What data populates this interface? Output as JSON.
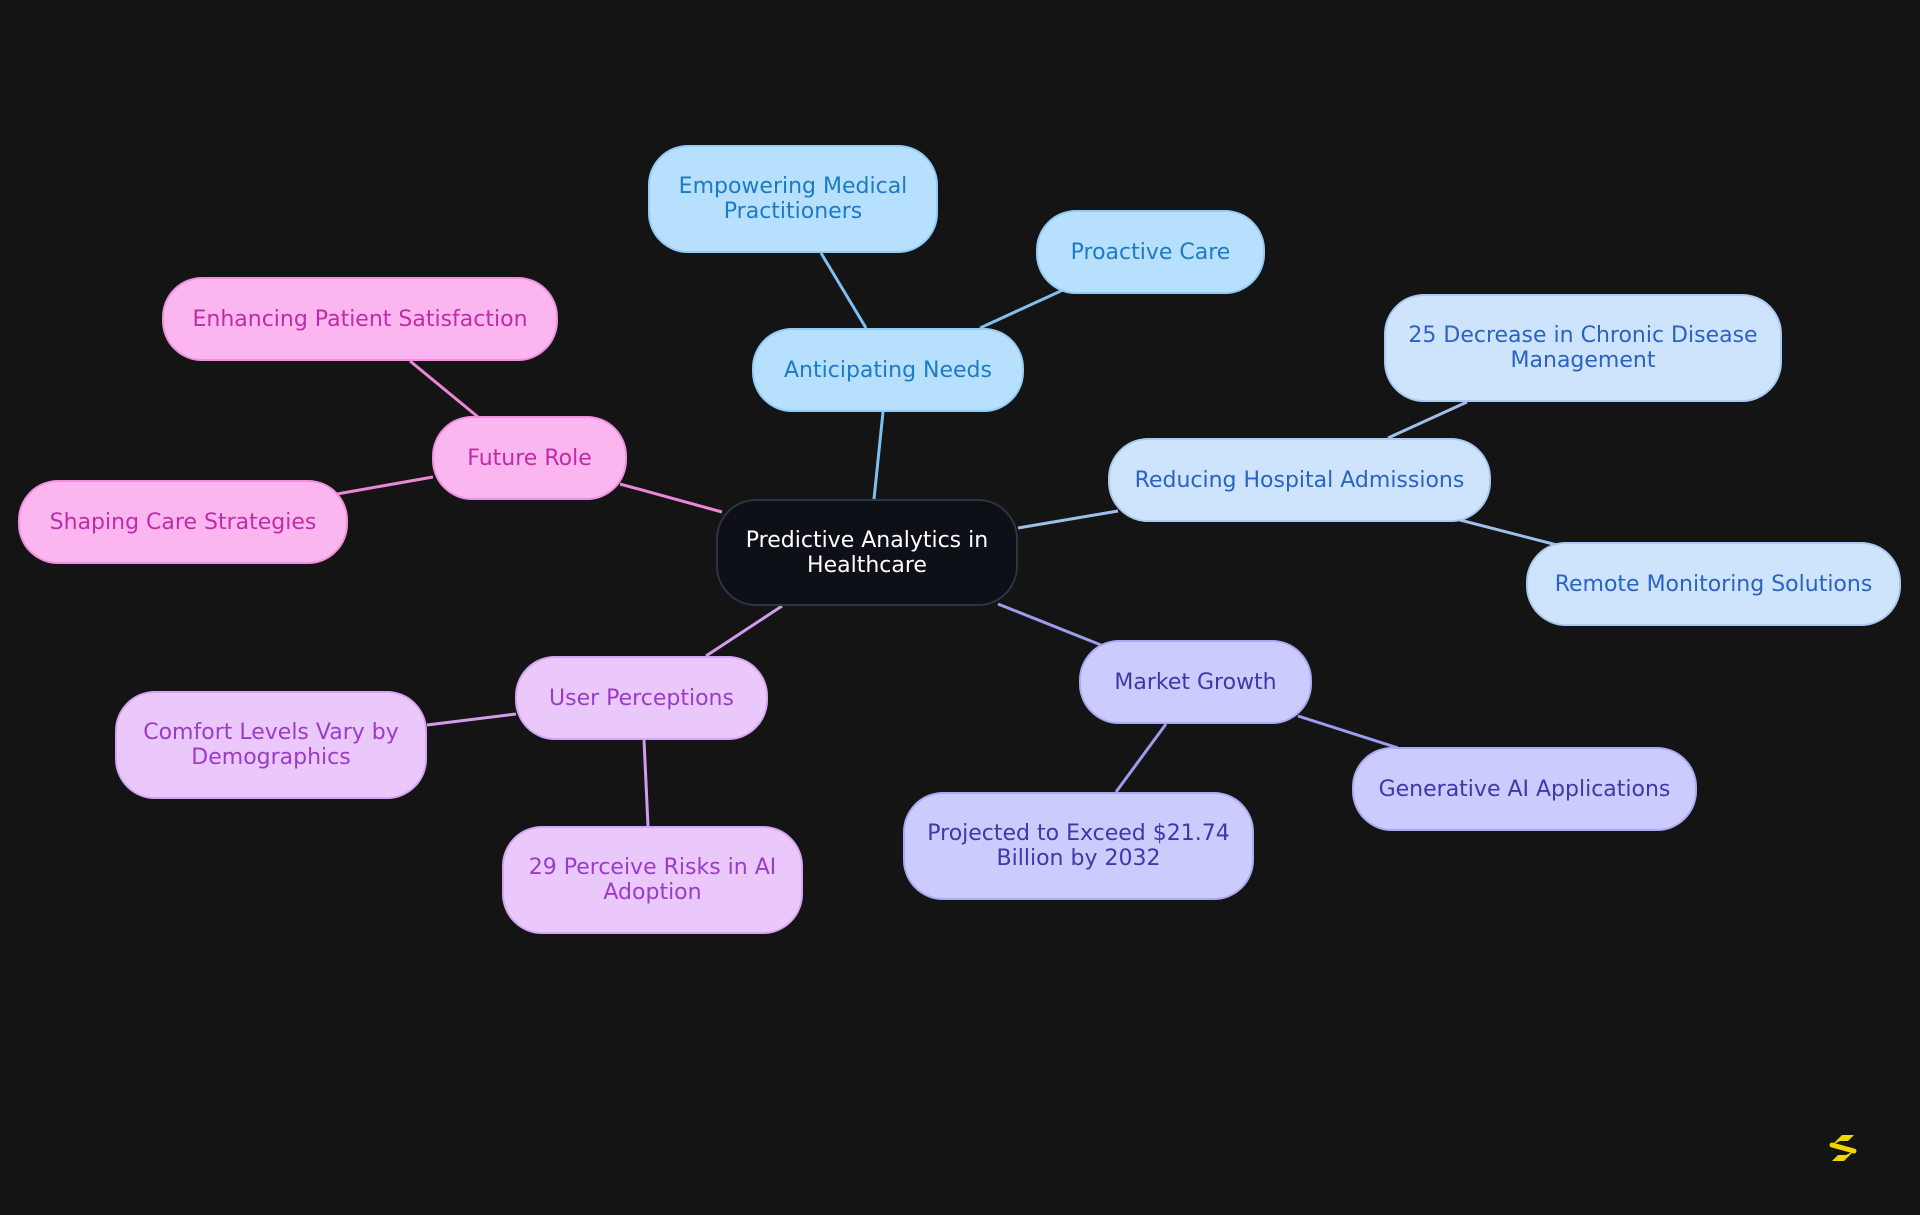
{
  "center": {
    "label": "Predictive Analytics in Healthcare"
  },
  "branches": {
    "anticipating": {
      "label": "Anticipating Needs",
      "children": [
        "Empowering Medical Practitioners",
        "Proactive Care"
      ]
    },
    "reducing": {
      "label": "Reducing Hospital Admissions",
      "children": [
        "25 Decrease in Chronic Disease Management",
        "Remote Monitoring Solutions"
      ]
    },
    "market": {
      "label": "Market Growth",
      "children": [
        "Generative AI Applications",
        "Projected to Exceed $21.74 Billion by 2032"
      ]
    },
    "user": {
      "label": "User Perceptions",
      "children": [
        "Comfort Levels Vary by Demographics",
        "29 Perceive Risks in AI Adoption"
      ]
    },
    "future": {
      "label": "Future Role",
      "children": [
        "Enhancing Patient Satisfaction",
        "Shaping Care Strategies"
      ]
    }
  },
  "colors": {
    "background": "#141414",
    "center_fill": "#0d1117",
    "anticipating_fill": "#b7e0fe",
    "reducing_fill": "#cde4fc",
    "market_fill": "#cbcbfd",
    "user_fill": "#ebc8fb",
    "future_fill": "#fcb6ef",
    "logo": "#f2d400"
  },
  "logo_icon": "brand-s-logo-icon"
}
